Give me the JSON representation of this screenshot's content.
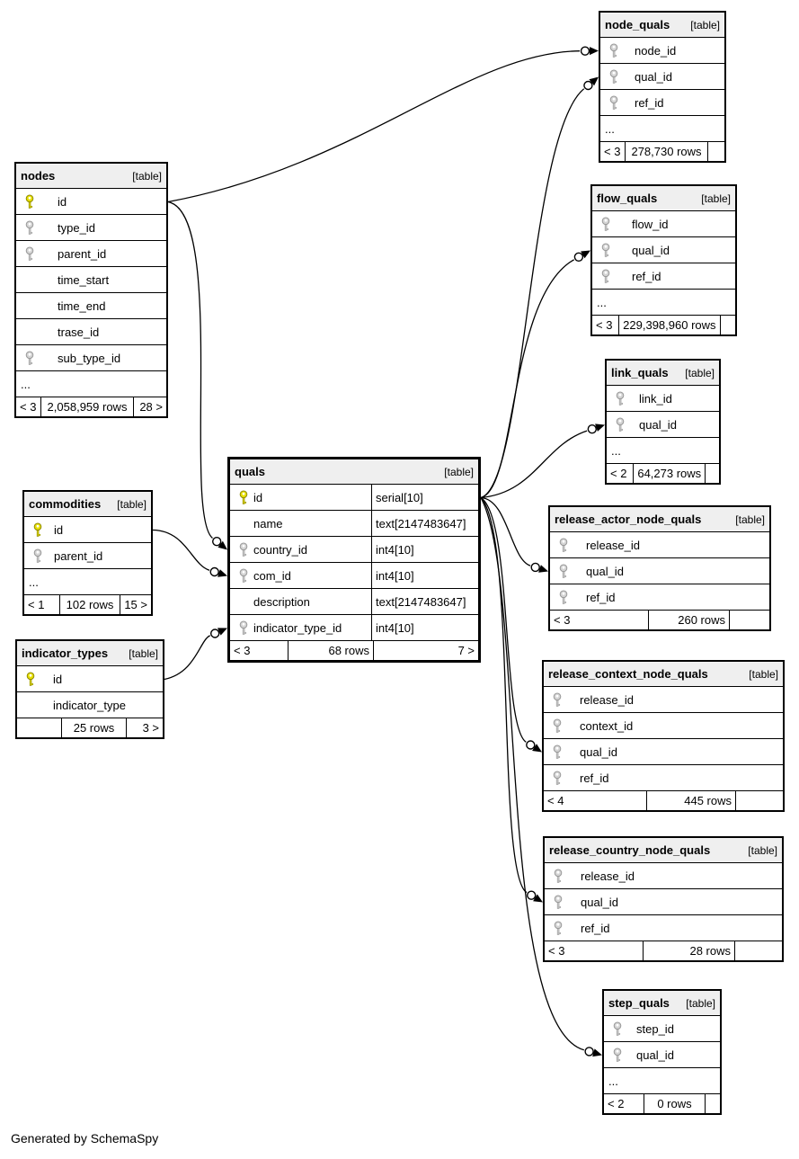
{
  "diagram": {
    "credit": "Generated by SchemaSpy",
    "colors": {
      "primary_key": "#e8e000",
      "primary_key_outline": "#8f8a00",
      "foreign_key": "#d4d4d4",
      "foreign_key_outline": "#999999",
      "table_header_bg": "#efefef",
      "line": "#000000"
    },
    "tables": [
      {
        "name": "nodes",
        "badge": "[table]",
        "emphasized": false,
        "columns": [
          {
            "name": "id",
            "key": "pk"
          },
          {
            "name": "type_id",
            "key": "fk"
          },
          {
            "name": "parent_id",
            "key": "fk"
          },
          {
            "name": "time_start",
            "key": ""
          },
          {
            "name": "time_end",
            "key": ""
          },
          {
            "name": "trase_id",
            "key": ""
          },
          {
            "name": "sub_type_id",
            "key": "fk"
          },
          {
            "name": "...",
            "key": "",
            "ellipsis": true
          }
        ],
        "footer": {
          "left": "< 3",
          "center": "2,058,959 rows",
          "right": "28 >"
        }
      },
      {
        "name": "node_quals",
        "badge": "[table]",
        "emphasized": false,
        "columns": [
          {
            "name": "node_id",
            "key": "fk"
          },
          {
            "name": "qual_id",
            "key": "fk"
          },
          {
            "name": "ref_id",
            "key": "fk"
          },
          {
            "name": "...",
            "key": "",
            "ellipsis": true
          }
        ],
        "footer": {
          "left": "< 3",
          "center": "278,730 rows",
          "right": ""
        }
      },
      {
        "name": "flow_quals",
        "badge": "[table]",
        "emphasized": false,
        "columns": [
          {
            "name": "flow_id",
            "key": "fk"
          },
          {
            "name": "qual_id",
            "key": "fk"
          },
          {
            "name": "ref_id",
            "key": "fk"
          },
          {
            "name": "...",
            "key": "",
            "ellipsis": true
          }
        ],
        "footer": {
          "left": "< 3",
          "center": "229,398,960 rows",
          "right": ""
        }
      },
      {
        "name": "link_quals",
        "badge": "[table]",
        "emphasized": false,
        "columns": [
          {
            "name": "link_id",
            "key": "fk"
          },
          {
            "name": "qual_id",
            "key": "fk"
          },
          {
            "name": "...",
            "key": "",
            "ellipsis": true
          }
        ],
        "footer": {
          "left": "< 2",
          "center": "64,273 rows",
          "right": ""
        }
      },
      {
        "name": "quals",
        "badge": "[table]",
        "emphasized": true,
        "columns": [
          {
            "name": "id",
            "key": "pk",
            "type": "serial[10]"
          },
          {
            "name": "name",
            "key": "",
            "type": "text[2147483647]"
          },
          {
            "name": "country_id",
            "key": "fk",
            "type": "int4[10]"
          },
          {
            "name": "com_id",
            "key": "fk",
            "type": "int4[10]"
          },
          {
            "name": "description",
            "key": "",
            "type": "text[2147483647]"
          },
          {
            "name": "indicator_type_id",
            "key": "fk",
            "type": "int4[10]"
          }
        ],
        "footer": {
          "left": "< 3",
          "center": "68 rows",
          "right": "7 >"
        }
      },
      {
        "name": "commodities",
        "badge": "[table]",
        "emphasized": false,
        "columns": [
          {
            "name": "id",
            "key": "pk"
          },
          {
            "name": "parent_id",
            "key": "fk"
          },
          {
            "name": "...",
            "key": "",
            "ellipsis": true
          }
        ],
        "footer": {
          "left": "< 1",
          "center": "102 rows",
          "right": "15 >"
        }
      },
      {
        "name": "indicator_types",
        "badge": "[table]",
        "emphasized": false,
        "columns": [
          {
            "name": "id",
            "key": "pk"
          },
          {
            "name": "indicator_type",
            "key": ""
          }
        ],
        "footer": {
          "left": "",
          "center": "25 rows",
          "right": "3 >"
        }
      },
      {
        "name": "release_actor_node_quals",
        "badge": "[table]",
        "emphasized": false,
        "columns": [
          {
            "name": "release_id",
            "key": "fk"
          },
          {
            "name": "qual_id",
            "key": "fk"
          },
          {
            "name": "ref_id",
            "key": "fk"
          }
        ],
        "footer": {
          "left": "< 3",
          "center": "260 rows",
          "right": ""
        }
      },
      {
        "name": "release_context_node_quals",
        "badge": "[table]",
        "emphasized": false,
        "columns": [
          {
            "name": "release_id",
            "key": "fk"
          },
          {
            "name": "context_id",
            "key": "fk"
          },
          {
            "name": "qual_id",
            "key": "fk"
          },
          {
            "name": "ref_id",
            "key": "fk"
          }
        ],
        "footer": {
          "left": "< 4",
          "center": "445 rows",
          "right": ""
        }
      },
      {
        "name": "release_country_node_quals",
        "badge": "[table]",
        "emphasized": false,
        "columns": [
          {
            "name": "release_id",
            "key": "fk"
          },
          {
            "name": "qual_id",
            "key": "fk"
          },
          {
            "name": "ref_id",
            "key": "fk"
          }
        ],
        "footer": {
          "left": "< 3",
          "center": "28 rows",
          "right": ""
        }
      },
      {
        "name": "step_quals",
        "badge": "[table]",
        "emphasized": false,
        "columns": [
          {
            "name": "step_id",
            "key": "fk"
          },
          {
            "name": "qual_id",
            "key": "fk"
          },
          {
            "name": "...",
            "key": "",
            "ellipsis": true
          }
        ],
        "footer": {
          "left": "< 2",
          "center": "0 rows",
          "right": ""
        }
      }
    ],
    "relationships": [
      {
        "parent": "nodes",
        "parent_column": "id",
        "child": "node_quals",
        "child_column": "node_id"
      },
      {
        "parent": "quals",
        "parent_column": "id",
        "child": "node_quals",
        "child_column": "qual_id"
      },
      {
        "parent": "quals",
        "parent_column": "id",
        "child": "flow_quals",
        "child_column": "qual_id"
      },
      {
        "parent": "quals",
        "parent_column": "id",
        "child": "link_quals",
        "child_column": "qual_id"
      },
      {
        "parent": "quals",
        "parent_column": "id",
        "child": "release_actor_node_quals",
        "child_column": "qual_id"
      },
      {
        "parent": "quals",
        "parent_column": "id",
        "child": "release_context_node_quals",
        "child_column": "qual_id"
      },
      {
        "parent": "quals",
        "parent_column": "id",
        "child": "release_country_node_quals",
        "child_column": "qual_id"
      },
      {
        "parent": "quals",
        "parent_column": "id",
        "child": "step_quals",
        "child_column": "qual_id"
      },
      {
        "parent": "nodes",
        "parent_column": "id",
        "child": "quals",
        "child_column": "country_id"
      },
      {
        "parent": "commodities",
        "parent_column": "id",
        "child": "quals",
        "child_column": "com_id"
      },
      {
        "parent": "indicator_types",
        "parent_column": "id",
        "child": "quals",
        "child_column": "indicator_type_id"
      }
    ]
  }
}
